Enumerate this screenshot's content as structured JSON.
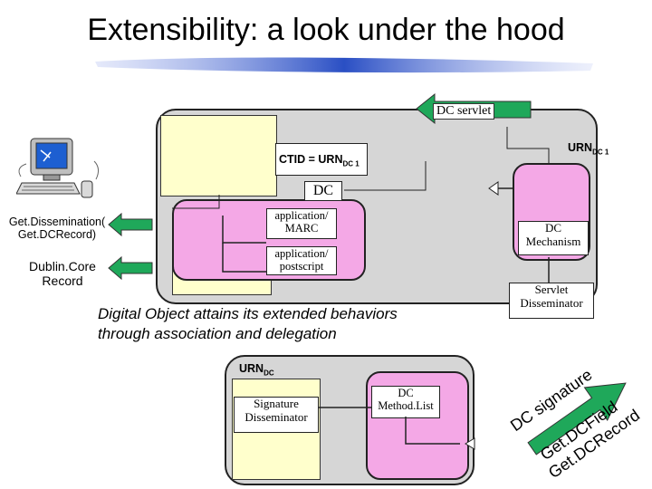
{
  "title": "Extensibility: a look under the hood",
  "dc_servlet": "DC servlet",
  "ctid": "CTID = URN",
  "ctid_sub": "DC 1",
  "urn_top": "URN",
  "urn_top_sub": "DC 1",
  "dc_label": "DC",
  "app_marc": [
    "application/",
    "MARC"
  ],
  "app_postscript": [
    "application/",
    "postscript"
  ],
  "dc_mechanism": [
    "DC",
    "Mechanism"
  ],
  "servlet_disseminator": [
    "Servlet",
    "Disseminator"
  ],
  "get_dissemination": [
    "Get.Dissemination(",
    "Get.DCRecord)"
  ],
  "dublin_core": [
    "Dublin.Core",
    "Record"
  ],
  "caption": [
    "Digital Object attains its extended behaviors",
    "through association and delegation"
  ],
  "urn_bottom": "URN",
  "urn_bottom_sub": "DC",
  "signature_disseminator": [
    "Signature",
    "Disseminator"
  ],
  "dc_method_list": [
    "DC",
    "Method.List"
  ],
  "dc_signature": "DC signature",
  "get_dc_field": "Get.DCField",
  "get_dc_record": "Get.DCRecord",
  "colors": {
    "arrow_green": "#1fa85a",
    "pink": "#f4a8e6",
    "gray": "#d6d6d6",
    "yellow": "#ffffcc",
    "brush_blue": "#2a4fc4"
  }
}
